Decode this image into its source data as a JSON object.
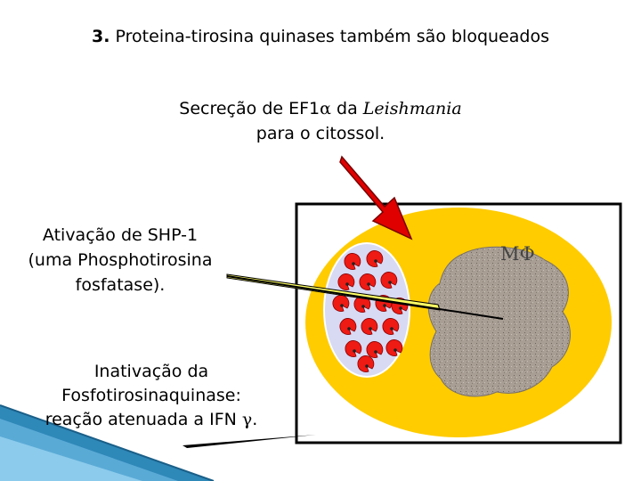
{
  "title": {
    "number": "3.",
    "text": "Proteina-tirosina quinases também são bloqueados"
  },
  "secretion": {
    "line1_pre": "Secreção de EF1",
    "alpha": "α",
    "line1_mid": " da ",
    "leishmania": "Leishmania",
    "line2": "para o citossol."
  },
  "shp": {
    "line1": "Ativação de SHP-1",
    "line2": "(uma Phosphotirosina",
    "line3": "fosfatase)."
  },
  "inativacao": {
    "line1": "Inativação da",
    "line2": "Fosfotirosinaquinase:",
    "line3_pre": "reação atenuada a IFN ",
    "gamma": "γ",
    "line3_post": "."
  },
  "cell_label": "MΦ",
  "colors": {
    "cell": "#ffcc00",
    "vacuole": "#d8daf4",
    "parasite": "#ee1a14",
    "nucleus": "#a59a90",
    "arrow": "#e00000",
    "pointer": "#ffff66"
  }
}
